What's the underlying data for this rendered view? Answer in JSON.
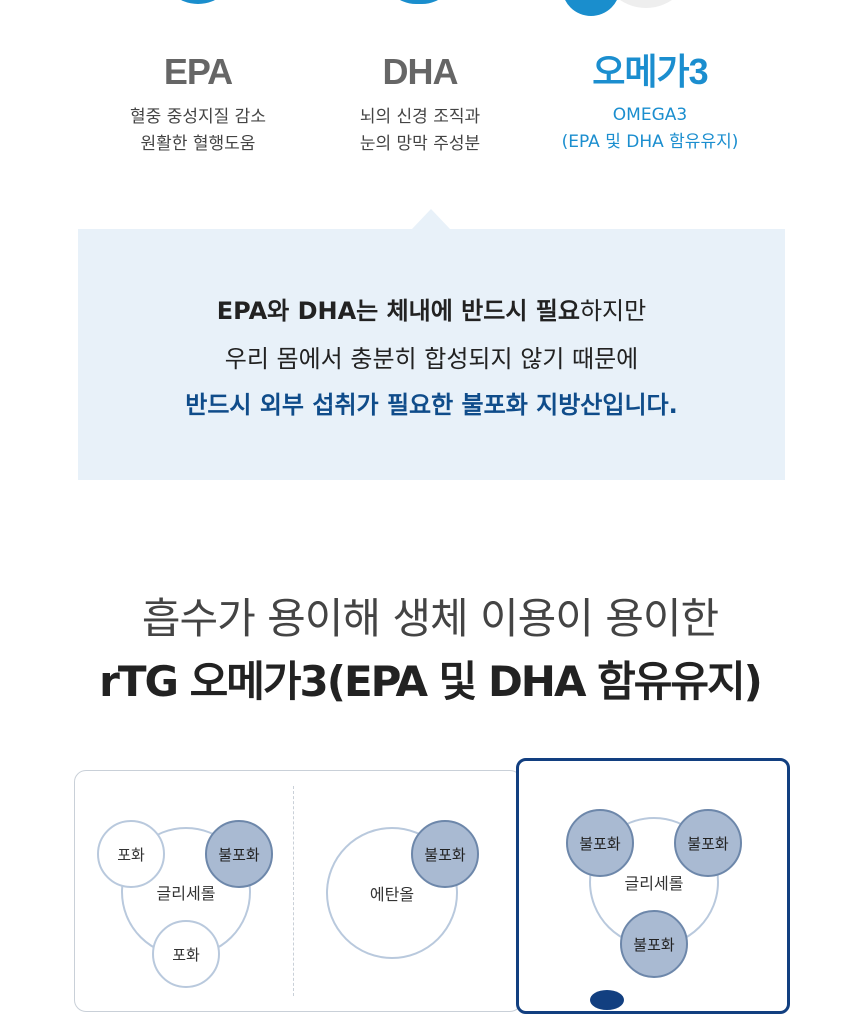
{
  "columns": [
    {
      "title": "EPA",
      "desc": [
        "혈중 중성지질 감소",
        "원활한 혈행도움"
      ]
    },
    {
      "title": "DHA",
      "desc": [
        "뇌의 신경 조직과",
        "눈의 망막 주성분"
      ]
    },
    {
      "title": "오메가3",
      "desc": [
        "OMEGA3",
        "(EPA 및 DHA 함유유지)"
      ]
    }
  ],
  "callout": {
    "line1_bold": "EPA와 DHA는 체내에 반드시 필요",
    "line1_rest": "하지만",
    "line2": "우리 몸에서 충분히 합성되지 않기 때문에",
    "line3": "반드시 외부 섭취가 필요한 불포화 지방산입니다."
  },
  "heading": {
    "line1": "흡수가 용이해 생체 이용이 용이한",
    "line2": "rTG 오메가3(EPA 및 DHA 함유유지)"
  },
  "diagrams": {
    "tg": {
      "center": "글리세롤",
      "a": "포화",
      "b": "불포화",
      "c": "포화"
    },
    "ee": {
      "center": "에탄올",
      "a": "불포화"
    },
    "rtg": {
      "center": "글리세롤",
      "a": "불포화",
      "b": "불포화",
      "c": "불포화"
    }
  },
  "colors": {
    "accent": "#1a8ecd",
    "navy": "#123f80",
    "callout_bg": "#e8f1f9",
    "unsaturated": "#a9bad2"
  }
}
